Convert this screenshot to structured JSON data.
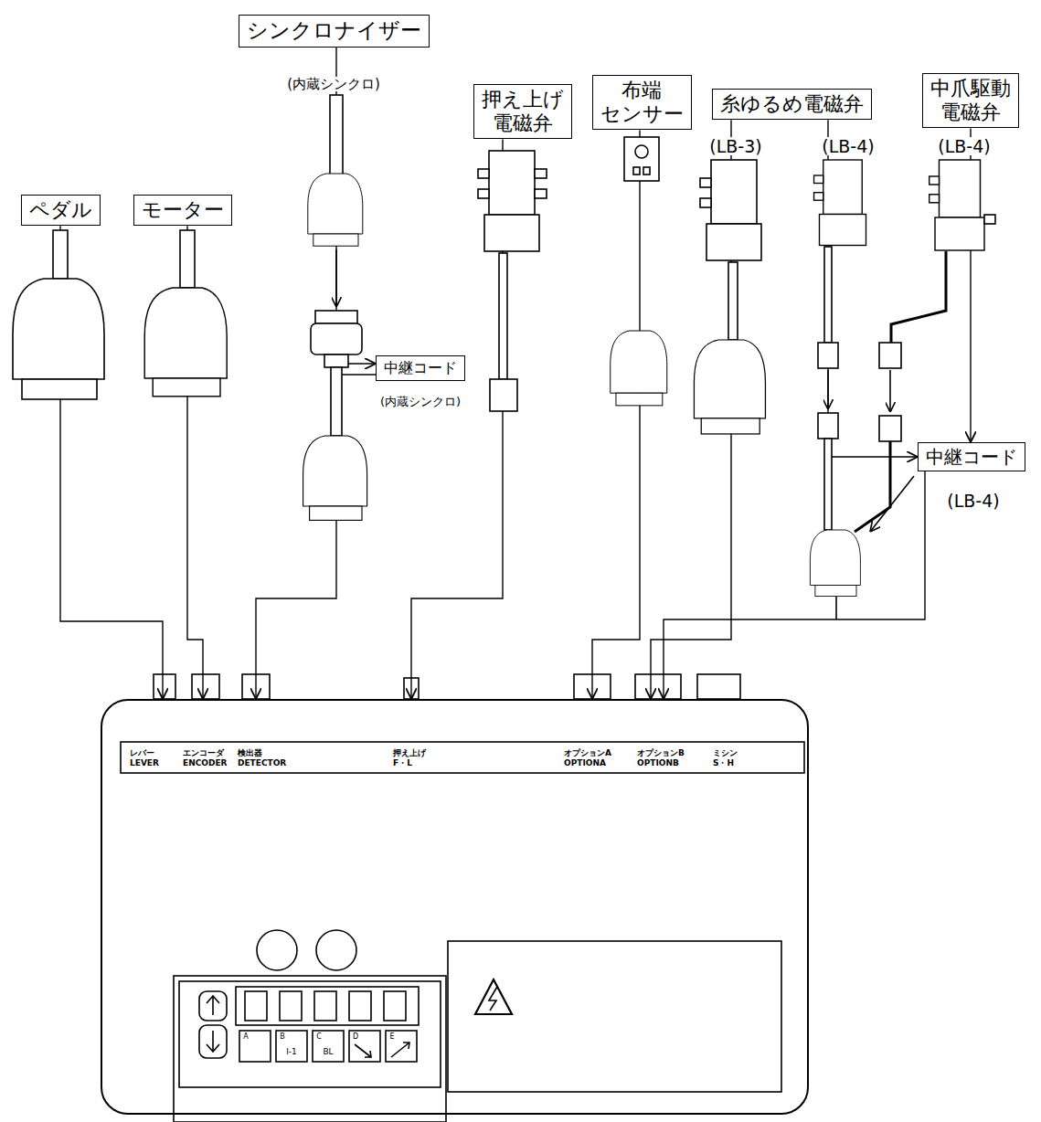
{
  "diagram": {
    "nodes": [
      {
        "text": [
          "ペダル"
        ]
      },
      {
        "text": [
          "モーター"
        ]
      },
      {
        "text": [
          "シンクロナイザー"
        ]
      },
      {
        "text": [
          "押え上げ 電磁弁"
        ]
      },
      {
        "text": [
          "布端 センサー"
        ]
      },
      {
        "text": [
          "糸ゆるめ電磁弁"
        ]
      },
      {
        "text": [
          "中爪駆動 電磁弁"
        ]
      },
      {
        "text": [
          "中継コード"
        ]
      },
      {
        "text": [
          "中継コード"
        ]
      },
      {
        "text": [
          "レバー LEVER",
          "エンコーダ ENCODER",
          "検出器 DETECTOR",
          "押え上げ F・L",
          "オプションA OPTIONA",
          "オプションB OPTIONB",
          "ミシン S・H"
        ]
      }
    ],
    "edges": [
      {
        "from": 0,
        "to": 9,
        "arrow": "to"
      },
      {
        "from": 1,
        "to": 9,
        "arrow": "to"
      },
      {
        "from": 2,
        "to": 7,
        "arrow": "to"
      },
      {
        "from": 7,
        "to": 9,
        "arrow": "to"
      },
      {
        "from": 3,
        "to": 9,
        "arrow": "to"
      },
      {
        "from": 4,
        "to": 9,
        "arrow": "to"
      },
      {
        "from": 5,
        "to": 9,
        "arrow": "to"
      },
      {
        "from": 5,
        "to": 8,
        "arrow": "to"
      },
      {
        "from": 6,
        "to": 8,
        "arrow": "to"
      },
      {
        "from": 8,
        "to": 9,
        "arrow": "to"
      }
    ],
    "labels": [
      "(内蔵シンクロ)",
      "(内蔵シンクロ)",
      "(LB-3)",
      "(LB-4)",
      "(LB-4)",
      "(LB-4)",
      "A",
      "B",
      "C",
      "D",
      "E",
      "I-1",
      "BL"
    ]
  }
}
